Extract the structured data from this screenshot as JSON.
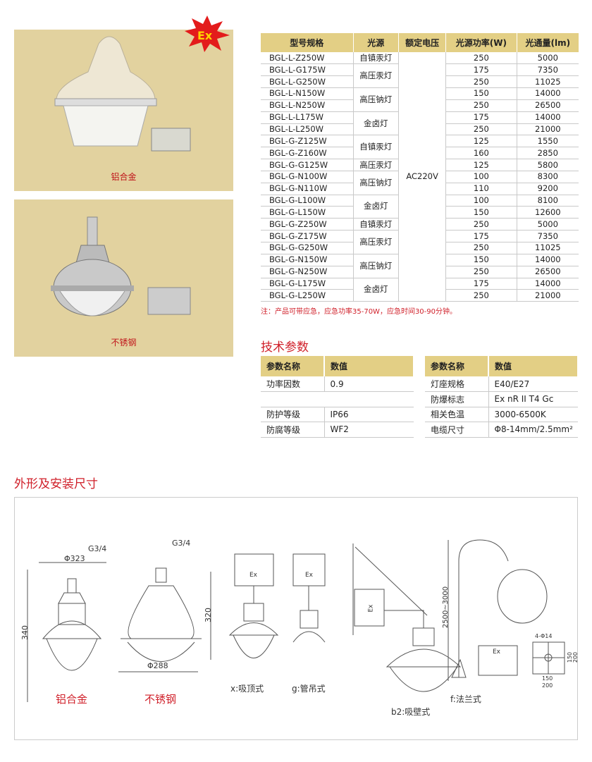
{
  "product_panels": [
    {
      "caption": "铝合金"
    },
    {
      "caption": "不锈钢"
    }
  ],
  "ex_badge": "Ex",
  "spec_table": {
    "headers": [
      "型号规格",
      "光源",
      "额定电压",
      "光源功率(W)",
      "光通量(lm)"
    ],
    "voltage": "AC220V",
    "groups": [
      {
        "source": "自镇汞灯",
        "rows": [
          [
            "BGL-L-Z250W",
            "250",
            "5000"
          ]
        ]
      },
      {
        "source": "高压汞灯",
        "rows": [
          [
            "BGL-L-G175W",
            "175",
            "7350"
          ],
          [
            "BGL-L-G250W",
            "250",
            "11025"
          ]
        ]
      },
      {
        "source": "高压钠灯",
        "rows": [
          [
            "BGL-L-N150W",
            "150",
            "14000"
          ],
          [
            "BGL-L-N250W",
            "250",
            "26500"
          ]
        ]
      },
      {
        "source": "金卤灯",
        "rows": [
          [
            "BGL-L-L175W",
            "175",
            "14000"
          ],
          [
            "BGL-L-L250W",
            "250",
            "21000"
          ]
        ]
      },
      {
        "source": "自镇汞灯",
        "rows": [
          [
            "BGL-G-Z125W",
            "125",
            "1550"
          ],
          [
            "BGL-G-Z160W",
            "160",
            "2850"
          ]
        ]
      },
      {
        "source": "高压汞灯",
        "rows": [
          [
            "BGL-G-G125W",
            "125",
            "5800"
          ]
        ]
      },
      {
        "source": "高压钠灯",
        "rows": [
          [
            "BGL-G-N100W",
            "100",
            "8300"
          ],
          [
            "BGL-G-N110W",
            "110",
            "9200"
          ]
        ]
      },
      {
        "source": "金卤灯",
        "rows": [
          [
            "BGL-G-L100W",
            "100",
            "8100"
          ],
          [
            "BGL-G-L150W",
            "150",
            "12600"
          ]
        ]
      },
      {
        "source": "自镇汞灯",
        "rows": [
          [
            "BGL-G-Z250W",
            "250",
            "5000"
          ]
        ]
      },
      {
        "source": "高压汞灯",
        "rows": [
          [
            "BGL-G-Z175W",
            "175",
            "7350"
          ],
          [
            "BGL-G-G250W",
            "250",
            "11025"
          ]
        ]
      },
      {
        "source": "高压钠灯",
        "rows": [
          [
            "BGL-G-N150W",
            "150",
            "14000"
          ],
          [
            "BGL-G-N250W",
            "250",
            "26500"
          ]
        ]
      },
      {
        "source": "金卤灯",
        "rows": [
          [
            "BGL-G-L175W",
            "175",
            "14000"
          ],
          [
            "BGL-G-L250W",
            "250",
            "21000"
          ]
        ]
      }
    ]
  },
  "note": "注：产品可带应急，应急功率35-70W，应急时间30-90分钟。",
  "tech_title": "技术参数",
  "tech_left": {
    "headers": [
      "参数名称",
      "数值"
    ],
    "rows": [
      [
        "功率因数",
        "0.9"
      ],
      [
        "",
        ""
      ],
      [
        "防护等级",
        "IP66"
      ],
      [
        "防腐等级",
        "WF2"
      ]
    ]
  },
  "tech_right": {
    "headers": [
      "参数名称",
      "数值"
    ],
    "rows": [
      [
        "灯座规格",
        "E40/E27"
      ],
      [
        "防爆标志",
        "Ex nR II T4 Gc"
      ],
      [
        "相关色温",
        "3000-6500K"
      ],
      [
        "电缆尺寸",
        "Φ8-14mm/2.5mm²"
      ]
    ]
  },
  "dim_title": "外形及安装尺寸",
  "dims": {
    "d323": "Φ323",
    "g34a": "G3/4",
    "h340": "340",
    "g34b": "G3/4",
    "h320": "320",
    "d288": "Φ288",
    "h2500": "2500~3000",
    "holes": "4-Φ14",
    "s150a": "150",
    "s200a": "200",
    "s150b": "150",
    "s200b": "200",
    "ex1": "Ex",
    "ex2": "Ex",
    "ex3": "Ex",
    "ex4": "Ex"
  },
  "dim_captions": {
    "alu": "铝合金",
    "ss": "不锈钢",
    "x": "x:吸顶式",
    "g": "g:管吊式",
    "b2": "b2:吸壁式",
    "f": "f:法兰式"
  }
}
